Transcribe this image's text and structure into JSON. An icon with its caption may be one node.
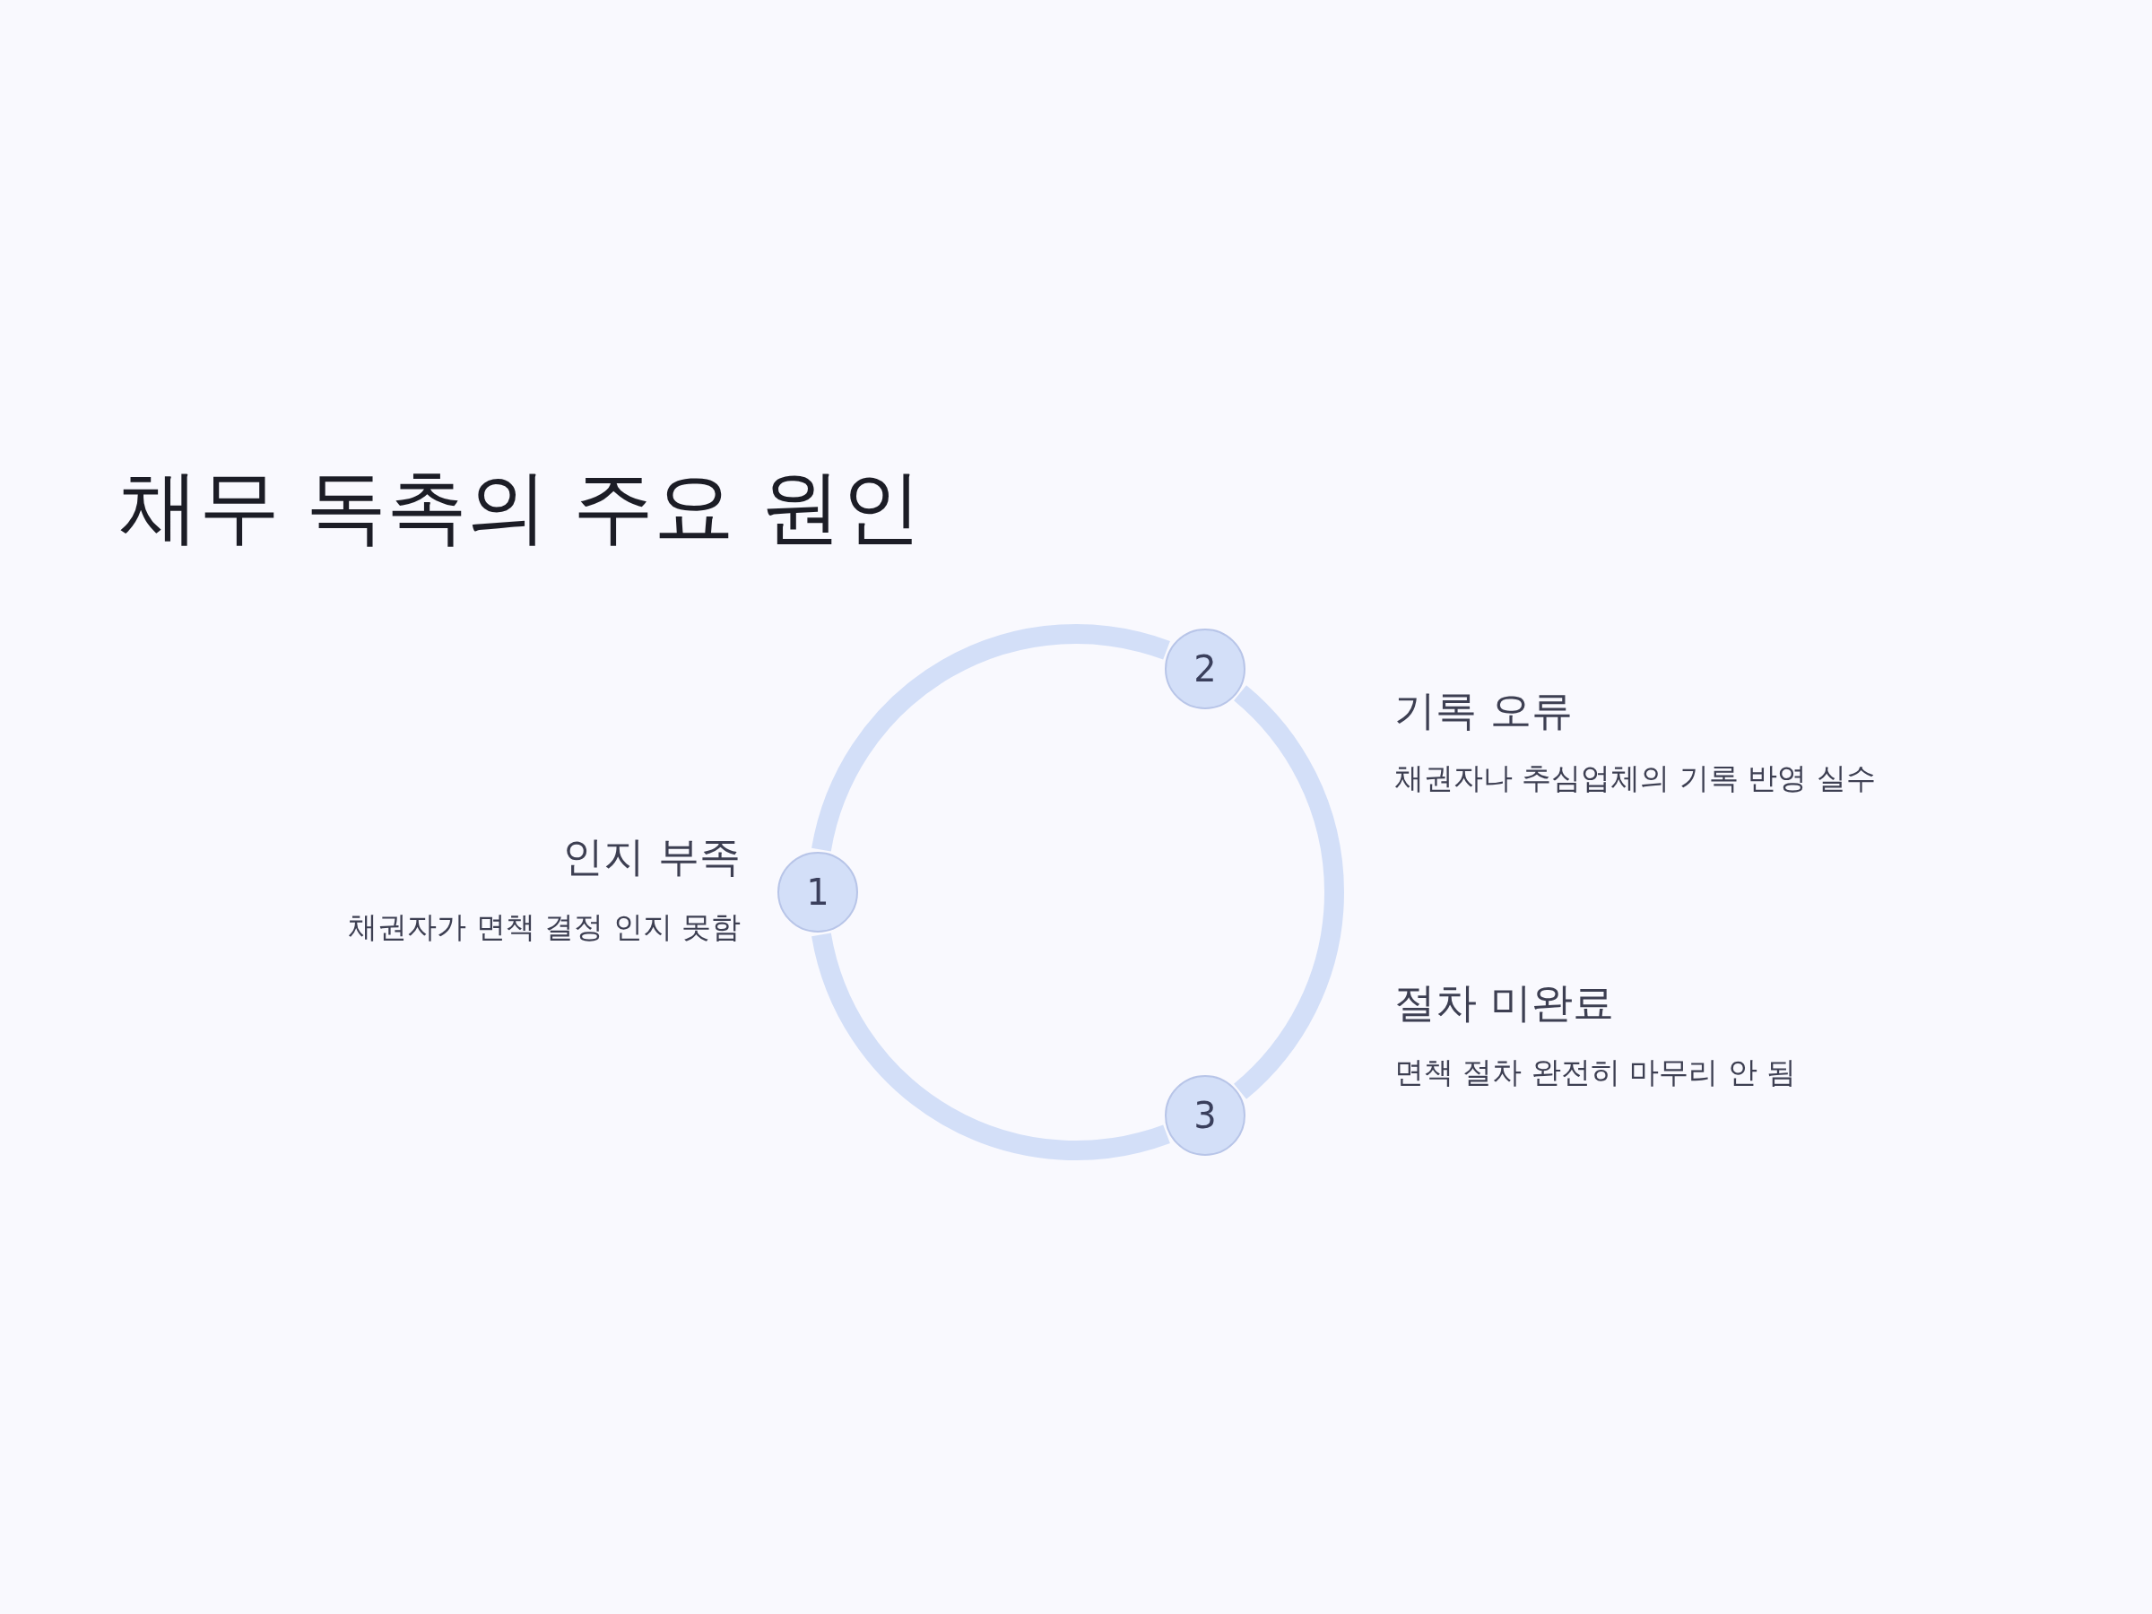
{
  "diagram": {
    "title": "채무 독촉의 주요 원인",
    "nodes": [
      {
        "text": [
          "1"
        ],
        "beside": [
          "인지 부족",
          "채권자가 면책 결정 인지 못함"
        ]
      },
      {
        "text": [
          "2"
        ],
        "beside": [
          "기록 오류",
          "채권자나 추심업체의 기록 반영 실수"
        ]
      },
      {
        "text": [
          "3"
        ],
        "beside": [
          "절차 미완료",
          "면책 절차 완전히 마무리 안 됨"
        ]
      }
    ],
    "edges": [
      {
        "from": 0,
        "to": 1,
        "arrow": "none"
      },
      {
        "from": 1,
        "to": 2,
        "arrow": "none"
      },
      {
        "from": 2,
        "to": 0,
        "arrow": "none"
      }
    ]
  }
}
